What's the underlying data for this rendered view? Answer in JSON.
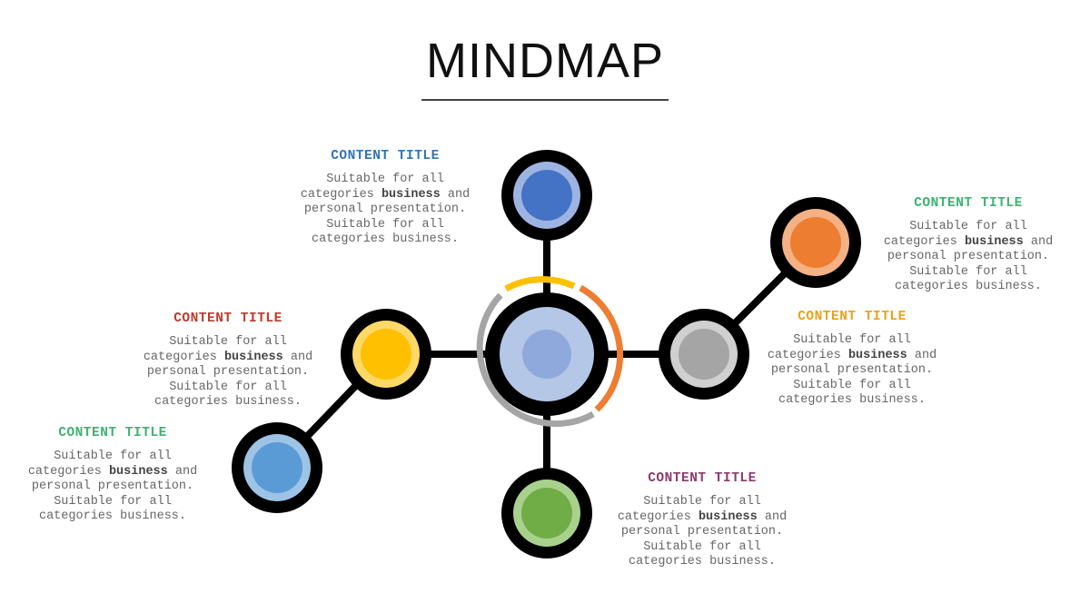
{
  "title": "MINDMAP",
  "colors": {
    "center": "#8FA9DC",
    "top": "#4472C4",
    "upper_right": "#ED7D31",
    "right": "#A5A5A5",
    "bottom": "#70AD47",
    "left": "#FFC000",
    "lower_left": "#5B9BD5"
  },
  "blocks": [
    {
      "id": "top",
      "title": "CONTENT TITLE",
      "title_color": "#2E75B6",
      "pre": "Suitable for all categories ",
      "bold": "business",
      "post": " and personal presentation. Suitable for all categories business."
    },
    {
      "id": "upper_right",
      "title": "CONTENT TITLE",
      "title_color": "#3CB371",
      "pre": "Suitable for all categories ",
      "bold": "business",
      "post": " and personal presentation. Suitable for all categories business."
    },
    {
      "id": "right",
      "title": "CONTENT TITLE",
      "title_color": "#E8A317",
      "pre": "Suitable for all categories ",
      "bold": "business",
      "post": " and personal presentation. Suitable for all categories business."
    },
    {
      "id": "left",
      "title": "CONTENT TITLE",
      "title_color": "#C0392B",
      "pre": "Suitable for all categories ",
      "bold": "business",
      "post": " and personal presentation. Suitable for all categories business."
    },
    {
      "id": "lower_left",
      "title": "CONTENT TITLE",
      "title_color": "#3CB371",
      "pre": "Suitable for all categories ",
      "bold": "business",
      "post": " and personal presentation. Suitable for all categories business."
    },
    {
      "id": "bottom",
      "title": "CONTENT TITLE",
      "title_color": "#8E3A6E",
      "pre": "Suitable for all categories ",
      "bold": "business",
      "post": " and personal presentation. Suitable for all categories business."
    }
  ]
}
